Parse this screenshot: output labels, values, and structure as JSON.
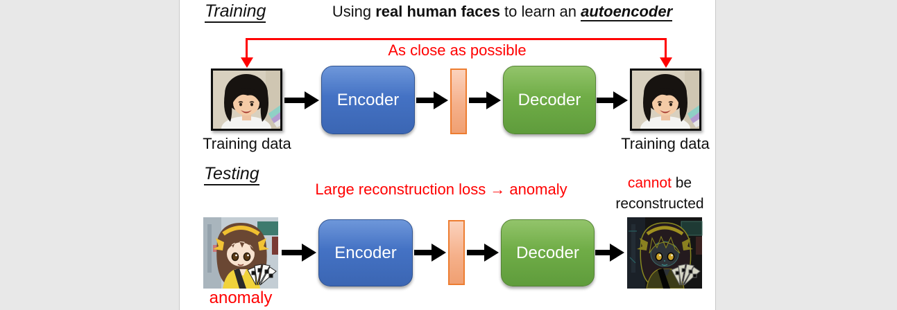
{
  "slide": {
    "training": {
      "title": "Training",
      "header": {
        "part1": "Using ",
        "bold1": "real human faces",
        "part2": " to learn an ",
        "bold2": "autoencoder"
      },
      "close_label": "As close as possible",
      "encoder_label": "Encoder",
      "decoder_label": "Decoder",
      "left_image_caption": "Training data",
      "right_image_caption": "Training data"
    },
    "testing": {
      "title": "Testing",
      "loss_label": "Large reconstruction loss → anomaly",
      "cannot_red": "cannot",
      "cannot_rest": " be",
      "cannot_line2": "reconstructed",
      "encoder_label": "Encoder",
      "decoder_label": "Decoder",
      "anomaly_caption": "anomaly"
    },
    "icons": {
      "training_input_image": "real-human-face-photo",
      "training_output_image": "real-human-face-photo",
      "testing_input_image": "anime-character-photo",
      "testing_output_image": "dark-distorted-reconstruction",
      "latent_bar": "latent-vector-bar"
    },
    "colors": {
      "accent_red": "#ff0000",
      "encoder_blue": "#4472c4",
      "decoder_green": "#70ad47",
      "latent_fill": "#f5b08a",
      "latent_border": "#ed7d31",
      "arrow_black": "#000000",
      "page_gutter_gray": "#e8e8e8"
    }
  }
}
